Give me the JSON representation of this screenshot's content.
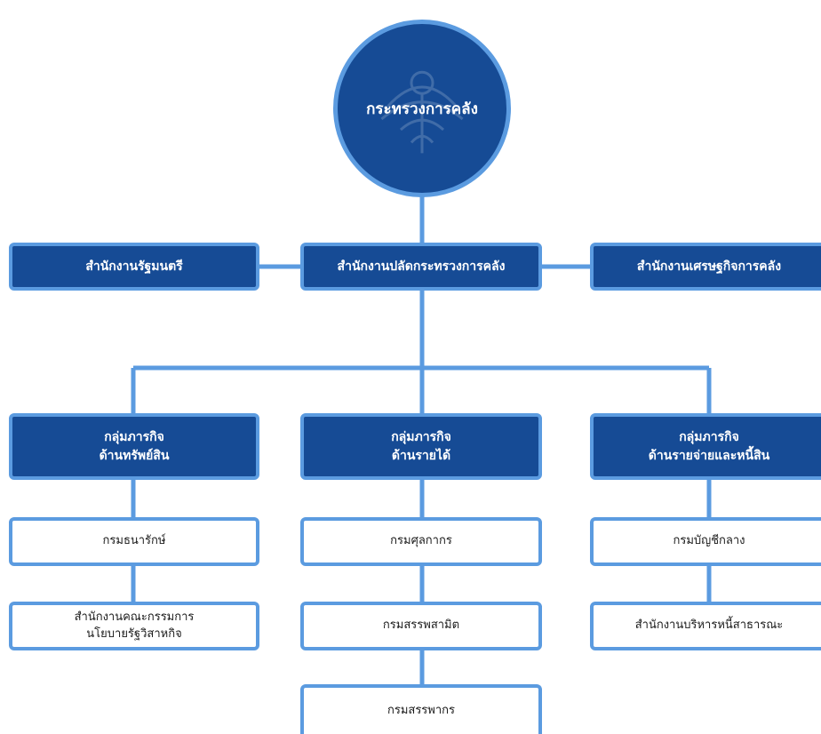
{
  "colors": {
    "dark_fill": "#164b95",
    "border": "#5b9be0",
    "line": "#5b9be0"
  },
  "root": {
    "label": "กระทรวงการคลัง",
    "emblem": "garuda-emblem-icon"
  },
  "level1": {
    "left": "สำนักงานรัฐมนตรี",
    "center": "สำนักงานปลัดกระทรวงการคลัง",
    "right": "สำนักงานเศรษฐกิจการคลัง"
  },
  "groups": [
    {
      "title": "กลุ่มภารกิจ\nด้านทรัพย์สิน",
      "departments": [
        "กรมธนารักษ์",
        "สำนักงานคณะกรรมการ\nนโยบายรัฐวิสาหกิจ"
      ]
    },
    {
      "title": "กลุ่มภารกิจ\nด้านรายได้",
      "departments": [
        "กรมศุลกากร",
        "กรมสรรพสามิต",
        "กรมสรรพากร"
      ]
    },
    {
      "title": "กลุ่มภารกิจ\nด้านรายจ่ายและหนี้สิน",
      "departments": [
        "กรมบัญชีกลาง",
        "สำนักงานบริหารหนี้สาธารณะ"
      ]
    }
  ]
}
